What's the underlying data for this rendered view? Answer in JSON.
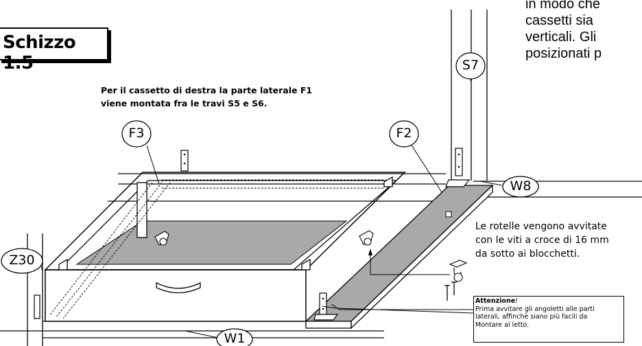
{
  "sketch_title": "Schizzo 1.5",
  "top_note": {
    "line1": "Per il cassetto di destra la parte laterale F1",
    "line2": "viene montata fra le travi S5 e  S6."
  },
  "paragraph": {
    "line1": "in modo che",
    "line2": "cassetti sia",
    "line3": "verticali. Gli",
    "line4": "posizionati p"
  },
  "wheel_note": {
    "line1": "Le rotelle vengono avvitate",
    "line2": "con le viti a croce di 16 mm",
    "line3": "da sotto ai blocchetti."
  },
  "warning": {
    "title": "Attenzione",
    "title_suffix": "!",
    "line1": "Prima avvitare gli angoletti alle parti",
    "line2": "laterali, affinchè siano più facili da",
    "line3": "Montare al letto."
  },
  "part_labels": {
    "s7": "S7",
    "f3": "F3",
    "f2": "F2",
    "w8": "W8",
    "z30": "Z30",
    "w1": "W1"
  },
  "colors": {
    "board_fill": "#a9a9a9",
    "line": "#000000",
    "background": "#ffffff"
  }
}
